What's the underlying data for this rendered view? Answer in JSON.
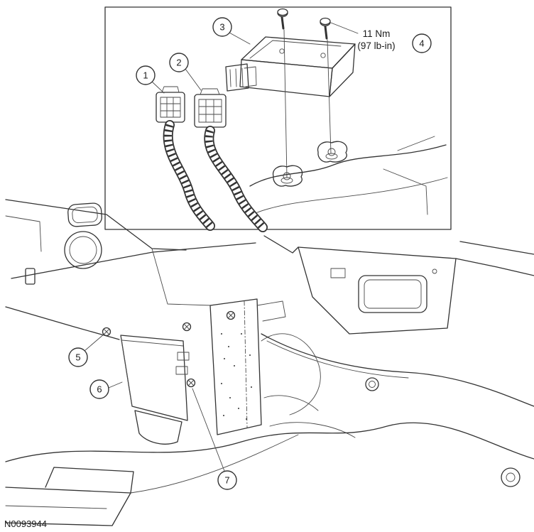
{
  "figure": {
    "id": "N0093944",
    "torque_note": {
      "line1": "11 Nm",
      "line2": "(97 lb-in)"
    },
    "callouts": [
      "1",
      "2",
      "3",
      "4",
      "5",
      "6",
      "7"
    ]
  }
}
